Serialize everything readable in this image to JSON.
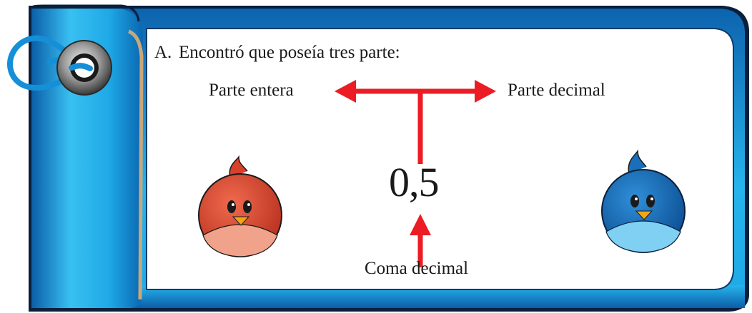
{
  "lesson": {
    "item_letter": "A.",
    "heading": "Encontró que poseía tres parte:",
    "integer_part_label": "Parte entera",
    "decimal_part_label": "Parte decimal",
    "number": "0,5",
    "decimal_comma_label": "Coma decimal"
  },
  "colors": {
    "frame_blue": "#1ea8e6",
    "frame_dark": "#0a1f3c",
    "arrow_red": "#ec1c24",
    "red_bird": "#d9402c",
    "blue_bird": "#1a6fb8"
  },
  "icons": {
    "tag_ring": "metal-eyelet-icon",
    "tag_string": "blue-string-loop-icon",
    "left_bird": "red-bird-icon",
    "right_bird": "blue-bird-icon"
  }
}
